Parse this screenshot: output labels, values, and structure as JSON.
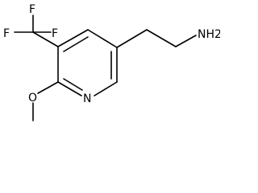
{
  "molecule": {
    "atoms": {
      "f_top": "F",
      "f_left": "F",
      "f_right": "F",
      "ring_nitrogen": "N",
      "methoxy_oxygen": "O",
      "amine": "NH2"
    }
  }
}
